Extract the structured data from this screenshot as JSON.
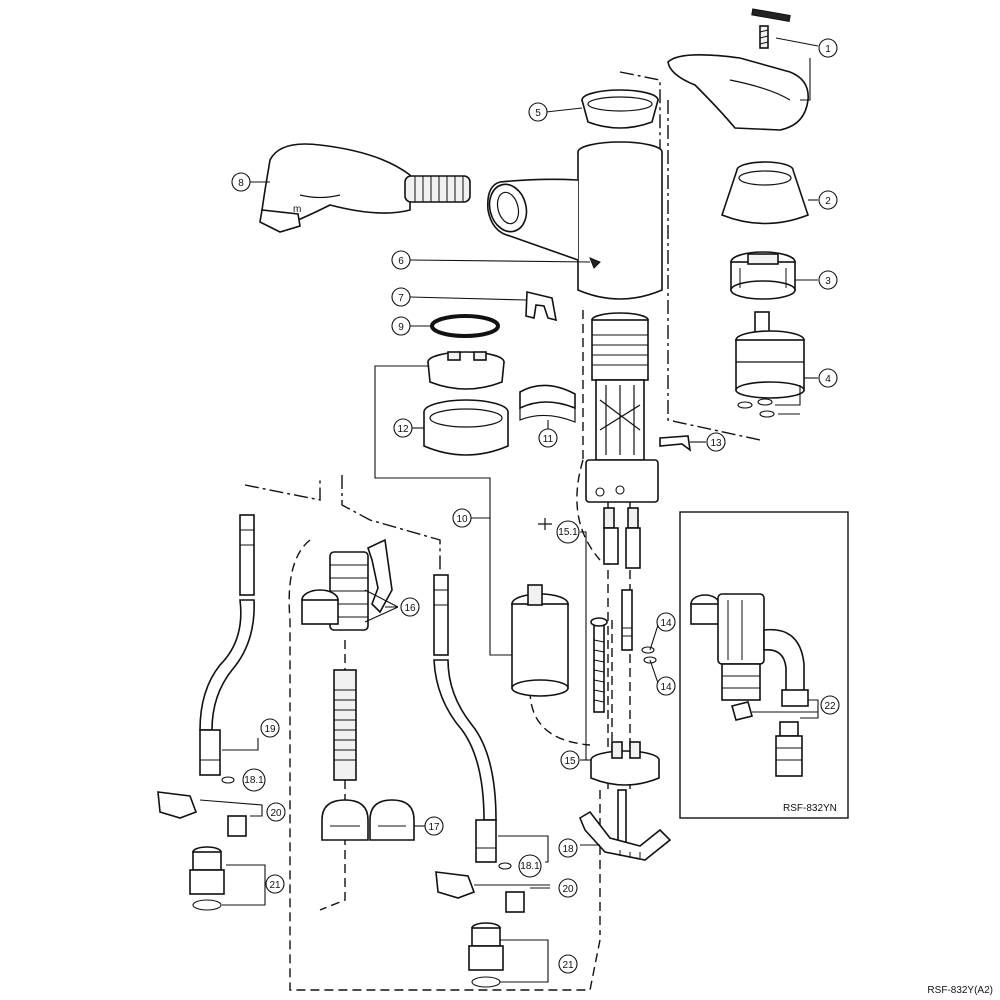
{
  "diagram": {
    "model_label": "RSF-832Y(A2)",
    "variant_box_label": "RSF-832YN",
    "callouts": {
      "c1": "1",
      "c2": "2",
      "c3": "3",
      "c4": "4",
      "c5": "5",
      "c6": "6",
      "c7": "7",
      "c8": "8",
      "c9": "9",
      "c10": "10",
      "c11": "11",
      "c12": "12",
      "c13": "13",
      "c14a": "14",
      "c14b": "14",
      "c15": "15",
      "c15_1": "15.1",
      "c16": "16",
      "c17": "17",
      "c18": "18",
      "c18_1a": "18.1",
      "c18_1b": "18.1",
      "c19": "19",
      "c20a": "20",
      "c20b": "20",
      "c21a": "21",
      "c21b": "21",
      "c22": "22"
    }
  }
}
